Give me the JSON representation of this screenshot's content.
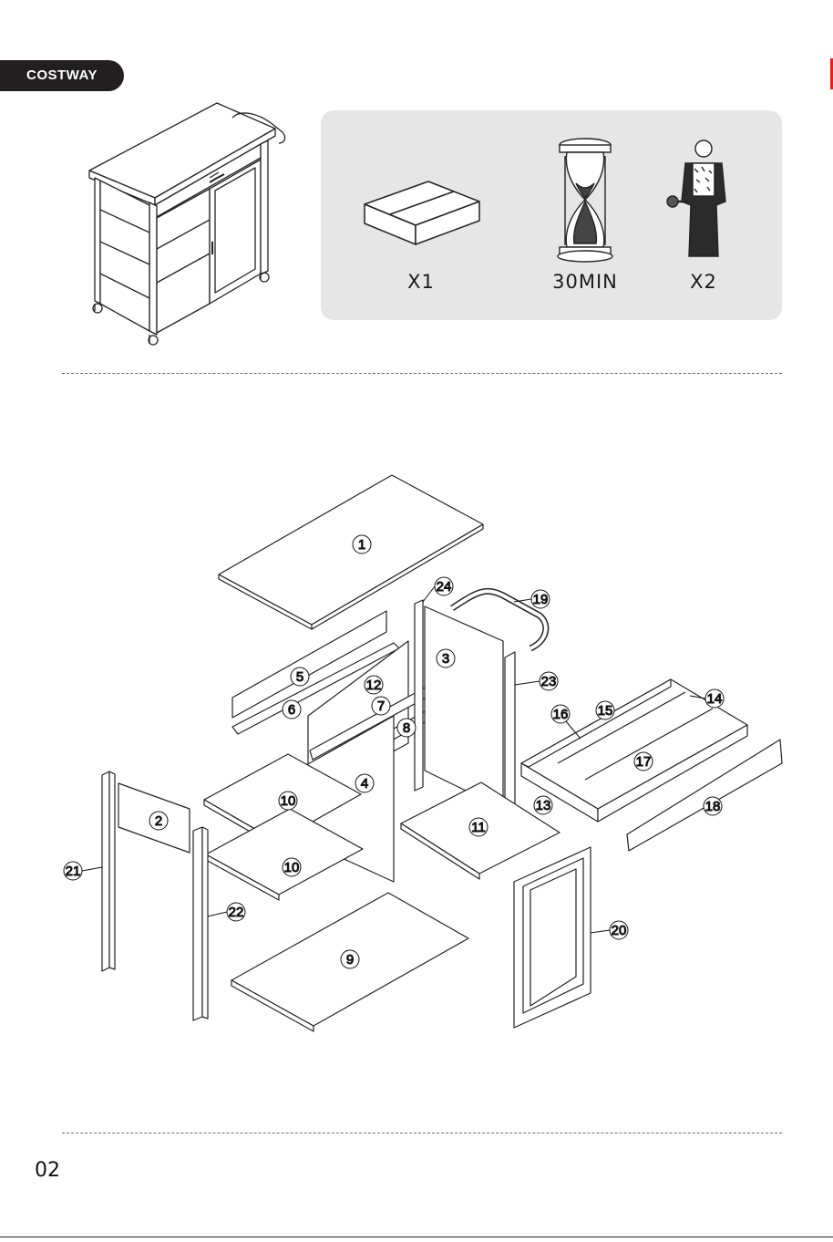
{
  "brand": {
    "name": "COSTWAY"
  },
  "requirements": [
    {
      "icon": "package-box-icon",
      "label": "X1"
    },
    {
      "icon": "hourglass-icon",
      "label": "30MIN"
    },
    {
      "icon": "person-with-screwdriver-icon",
      "label": "X2"
    }
  ],
  "parts": [
    "1",
    "2",
    "3",
    "4",
    "5",
    "6",
    "7",
    "8",
    "9",
    "10",
    "10",
    "11",
    "12",
    "13",
    "14",
    "15",
    "16",
    "17",
    "18",
    "19",
    "20",
    "21",
    "22",
    "23",
    "24"
  ],
  "page": {
    "number": "02"
  }
}
